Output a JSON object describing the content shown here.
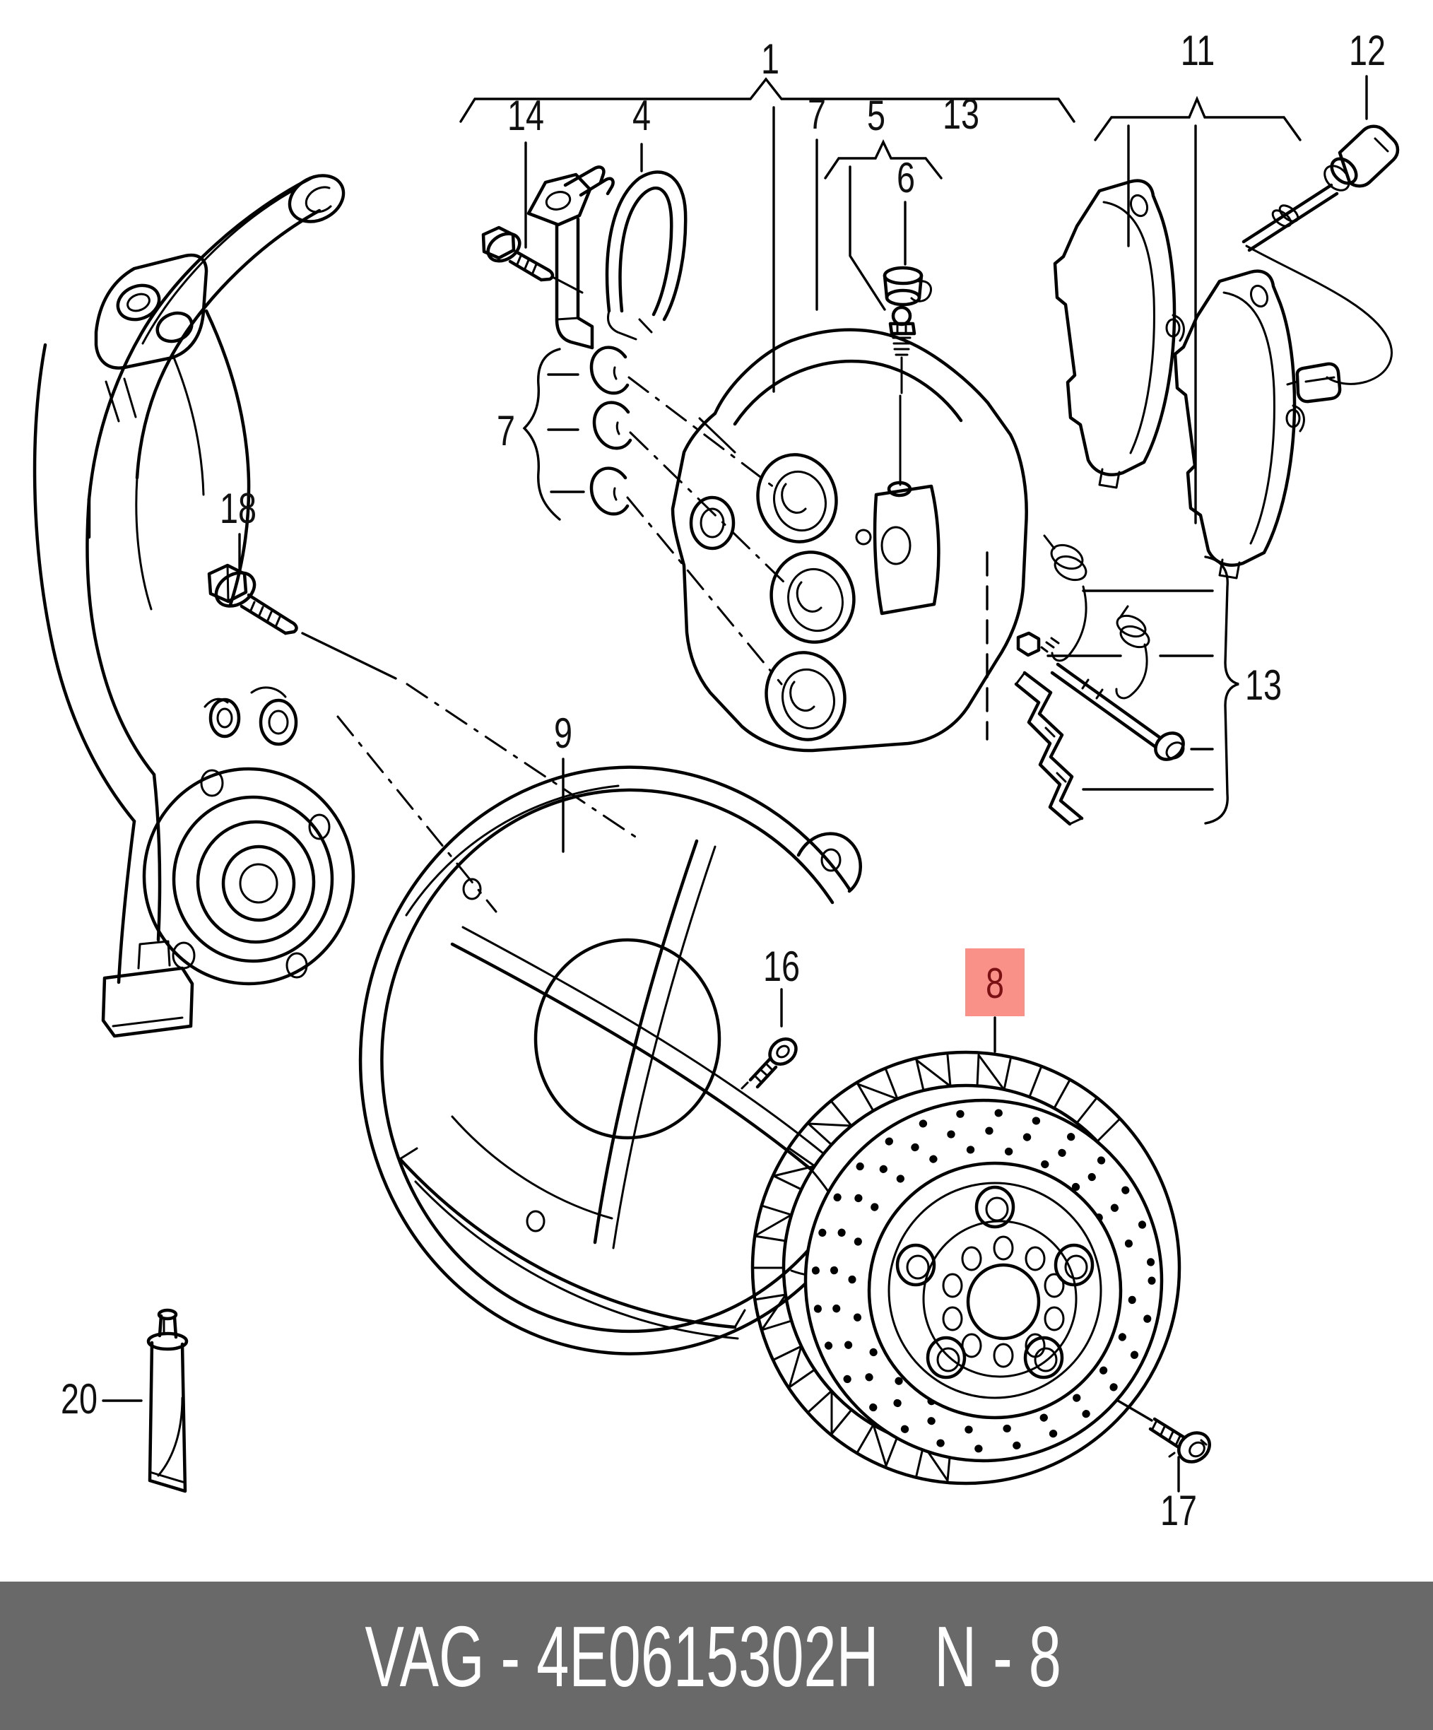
{
  "title": "Brake assembly exploded parts diagram",
  "colors": {
    "paper": "#ffffff",
    "line": "#000000",
    "highlight_bg": "#fa9189",
    "highlight_text": "#7c1115",
    "footer_bg": "#696969",
    "footer_text": "#ffffff"
  },
  "callouts": {
    "c1": "1",
    "c4": "4",
    "c5": "5",
    "c6": "6",
    "c7_top": "7",
    "c7_seals": "7",
    "c8": "8",
    "c9": "9",
    "c11": "11",
    "c12": "12",
    "c13_top": "13",
    "c13_group": "13",
    "c14": "14",
    "c16": "16",
    "c17": "17",
    "c18": "18",
    "c20": "20"
  },
  "footer": {
    "catalog_code": "VAG - 4E0615302H",
    "page_ref": "N - 8"
  }
}
